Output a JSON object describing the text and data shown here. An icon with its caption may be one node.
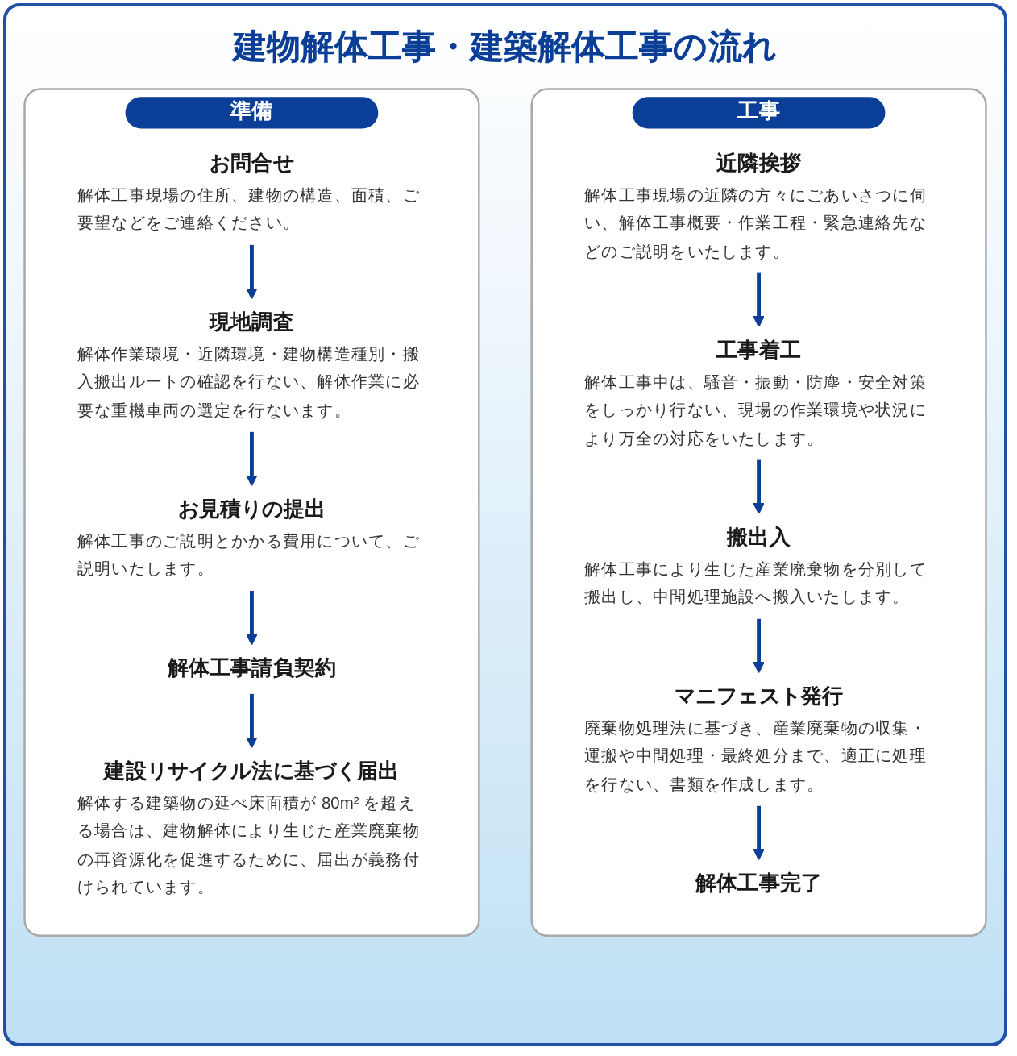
{
  "diagram": {
    "title": "建物解体工事・建築解体工事の流れ",
    "nodes": [
      {
        "text": [
          "準備"
        ]
      },
      {
        "text": [
          "お問合せ",
          "解体工事現場の住所、建物の構造、面積、ご要望などをご連絡ください。"
        ],
        "in": 0
      },
      {
        "text": [
          "現地調査",
          "解体作業環境・近隣環境・建物構造種別・搬入搬出ルートの確認を行ない、解体作業に必要な重機車両の選定を行ないます。"
        ],
        "in": 0
      },
      {
        "text": [
          "お見積りの提出",
          "解体工事のご説明とかかる費用について、ご説明いたします。"
        ],
        "in": 0
      },
      {
        "text": [
          "解体工事請負契約"
        ],
        "in": 0
      },
      {
        "text": [
          "建設リサイクル法に基づく届出",
          "解体する建築物の延べ床面積が 80m² を超える場合は、建物解体により生じた産業廃棄物の再資源化を促進するために、届出が義務付けられています。"
        ],
        "in": 0
      },
      {
        "text": [
          "工事"
        ]
      },
      {
        "text": [
          "近隣挨拶",
          "解体工事現場の近隣の方々にごあいさつに伺い、解体工事概要・作業工程・緊急連絡先などのご説明をいたします。"
        ],
        "in": 6
      },
      {
        "text": [
          "工事着工",
          "解体工事中は、騒音・振動・防塵・安全対策をしっかり行ない、現場の作業環境や状況により万全の対応をいたします。"
        ],
        "in": 6
      },
      {
        "text": [
          "搬出入",
          "解体工事により生じた産業廃棄物を分別して搬出し、中間処理施設へ搬入いたします。"
        ],
        "in": 6
      },
      {
        "text": [
          "マニフェスト発行",
          "廃棄物処理法に基づき、産業廃棄物の収集・運搬や中間処理・最終処分まで、適正に処理を行ない、書類を作成します。"
        ],
        "in": 6
      },
      {
        "text": [
          "解体工事完了"
        ],
        "in": 6
      }
    ],
    "edges": [
      {
        "from": 1,
        "to": 2,
        "arrow": "to"
      },
      {
        "from": 2,
        "to": 3,
        "arrow": "to"
      },
      {
        "from": 3,
        "to": 4,
        "arrow": "to"
      },
      {
        "from": 4,
        "to": 5,
        "arrow": "to"
      },
      {
        "from": 7,
        "to": 8,
        "arrow": "to"
      },
      {
        "from": 8,
        "to": 9,
        "arrow": "to"
      },
      {
        "from": 9,
        "to": 10,
        "arrow": "to"
      },
      {
        "from": 10,
        "to": 11,
        "arrow": "to"
      }
    ]
  }
}
